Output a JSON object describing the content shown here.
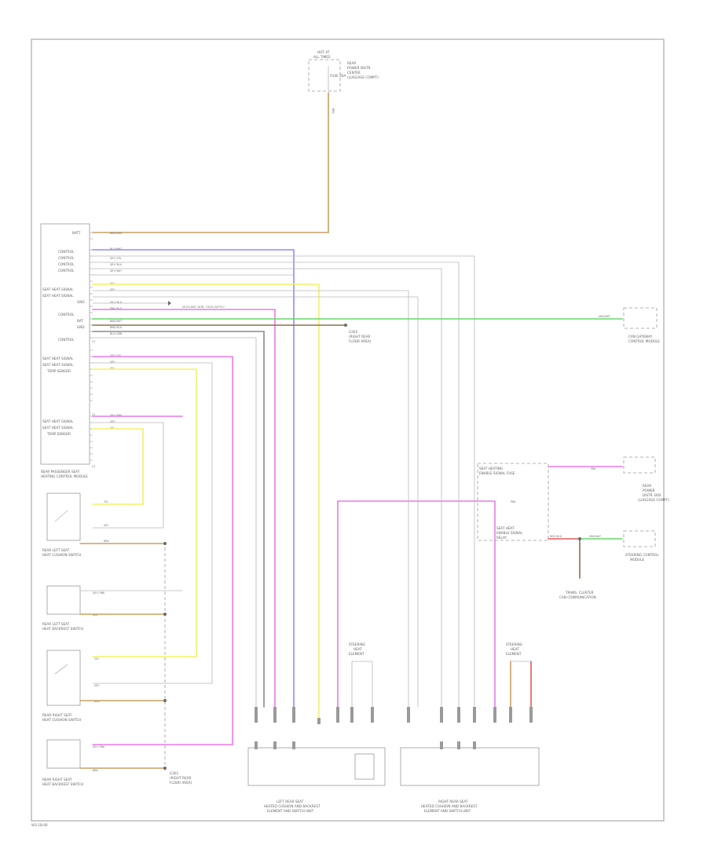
{
  "diagram": {
    "footer_code": "W3-1B-00",
    "top_splice": {
      "title_line1": "HOT AT",
      "title_line2": "ALL TIMES",
      "fuse_text": "FUSE 20A",
      "desc": [
        "REAR",
        "POWER DISTR.",
        "CENTER",
        "(LUGGAGE COMPT)"
      ],
      "wire": "BRN"
    },
    "module": {
      "name_line1": "REAR PASSENGER SEAT",
      "name_line2": "HEATING CONTROL MODULE",
      "pin_labels": [
        "BATT",
        "CONTROL",
        "CONTROL",
        "CONTROL",
        "CONTROL",
        "SEAT HEAT SIGNAL",
        "SEAT HEAT SIGNAL",
        "GND",
        "CONTROL",
        "BAT",
        "GND",
        "CONTROL",
        "SEAT HEAT SIGNAL",
        "SEAT HEAT SIGNAL",
        "TEMP SENSOR",
        "SEAT HEAT SIGNAL",
        "SEAT HEAT SIGNAL",
        "TEMP SENSOR"
      ],
      "wire_labels": [
        "BRN/RED",
        "BLU/WHT",
        "GRY/YEL",
        "GRY/BLK",
        "GRY/WHT",
        "YEL",
        "GRY",
        "GRY/BLK",
        "PNK/BLK",
        "BRN/WHT",
        "BRN/BLK",
        "BLK/GRN",
        "GRY/YEL",
        "GRY",
        "YEL",
        "GRY/PNK",
        "GRY",
        "YEL"
      ],
      "connector_a": "C1",
      "connector_b": "C2"
    },
    "wire_note": "SHIELDED WIRE PAIR/SUPPLY",
    "ground_label": [
      "G302",
      "(RIGHT REAR",
      "FLOOR AREA)"
    ],
    "gsm_module": {
      "label": [
        "CAN GATEWAY",
        "CONTROL MODULE"
      ],
      "wire": "GRN/WHT"
    },
    "rear_fuse_block": {
      "label": [
        "SEAT HEATING",
        "ENABLE SIGNAL FUSE"
      ],
      "relay_label": [
        "SEAT HEAT",
        "ENABLE SIGNAL",
        "RELAY"
      ],
      "desc": [
        "REAR",
        "POWER",
        "DISTR. BOX",
        "(LUGGAGE COMPT)"
      ],
      "wire_pink": "PNK",
      "wire_red": "RED/BLK",
      "wire_green": "GRN/WHT",
      "wire_brown": "BRN",
      "lower_label": [
        "STEERING CONTROL",
        "MODULE"
      ],
      "bottom_label": [
        "TRANS. CLUSTER",
        "CAN COMMUNICATION"
      ],
      "c_label": "C4"
    },
    "switches": [
      {
        "name": "REAR LEFT SEAT",
        "sub": "HEAT CUSHION SWITCH",
        "wires": [
          "YEL",
          "GRY",
          "BRN"
        ]
      },
      {
        "name": "REAR LEFT SEAT",
        "sub": "HEAT BACKREST SWITCH",
        "wires": [
          "GRY/PNK",
          "BRN"
        ]
      },
      {
        "name": "REAR RIGHT SEAT",
        "sub": "HEAT CUSHION SWITCH",
        "wires": [
          "YEL",
          "GRY",
          "BRN"
        ]
      },
      {
        "name": "REAR RIGHT SEAT",
        "sub": "HEAT BACKREST SWITCH",
        "wires": [
          "GRY/PNK",
          "BRN"
        ]
      }
    ],
    "ground_bottom": [
      "G301",
      "(RIGHT REAR",
      "FLOOR AREA)"
    ],
    "heater_left": {
      "label": [
        "LEFT REAR SEAT",
        "HEATED CUSHION AND BACKREST",
        "ELEMENT AND SWITCH UNIT"
      ],
      "element_label": [
        "STEERING",
        "HEAT",
        "ELEMENT"
      ]
    },
    "heater_right": {
      "label": [
        "RIGHT REAR SEAT",
        "HEATED CUSHION AND BACKREST",
        "ELEMENT AND SWITCH UNIT"
      ],
      "element_label": [
        "STEERING",
        "HEAT",
        "ELEMENT"
      ]
    }
  },
  "colors": {
    "brown": "#c8a060",
    "blue": "#8c8cff",
    "yellow": "#f2f06a",
    "pink": "#e97ae9",
    "green": "#69d869",
    "red": "#e35a5a",
    "gray": "#9a9a9a",
    "darkgray": "#6b6b6b"
  }
}
